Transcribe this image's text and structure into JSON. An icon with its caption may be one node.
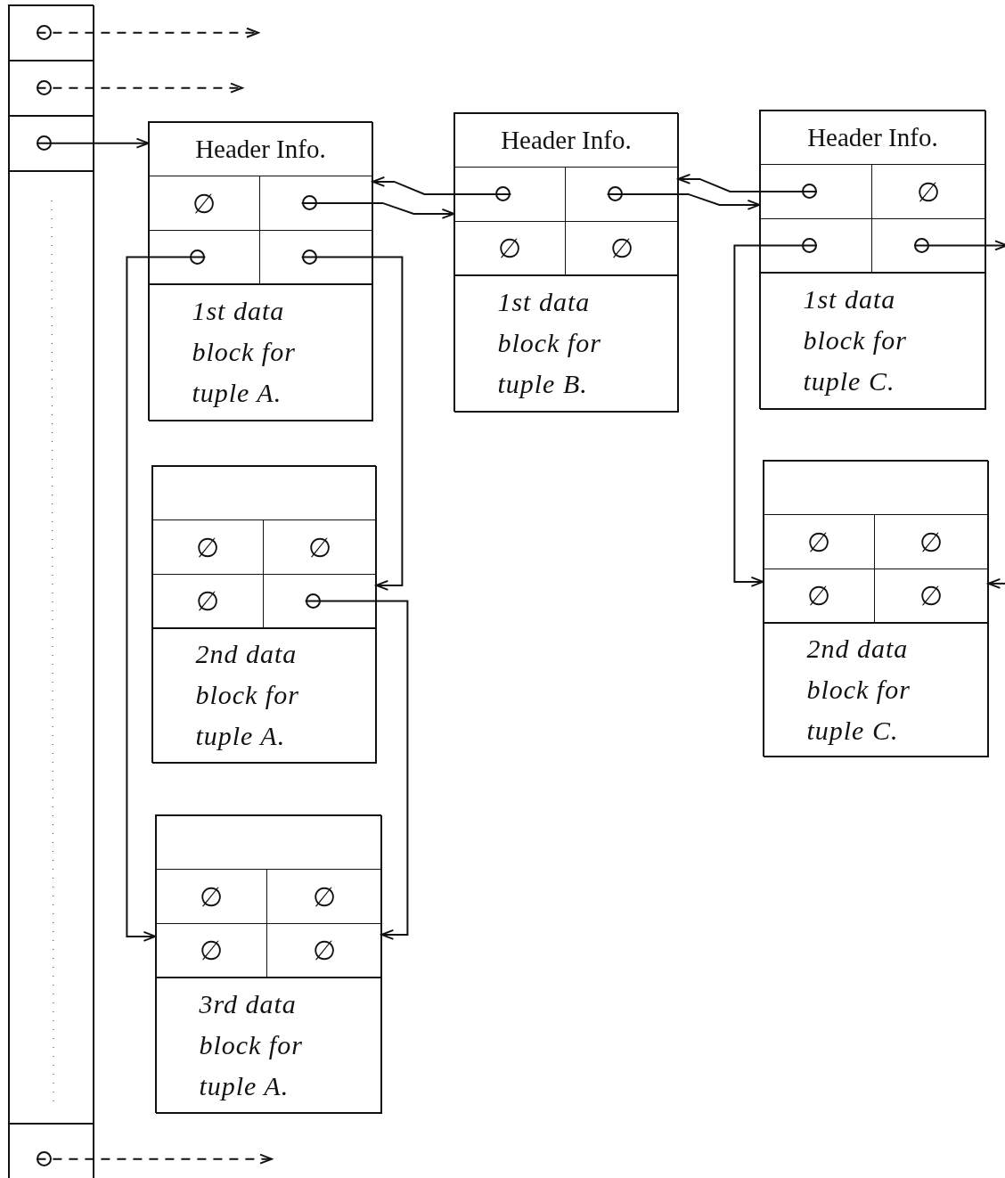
{
  "diagram": {
    "nodes": [
      {
        "text": [],
        "shape": "box"
      },
      {
        "text": [],
        "shape": "box",
        "in": 0
      },
      {
        "text": [],
        "shape": "circle",
        "in": 1
      },
      {
        "text": [],
        "shape": "box",
        "in": 0
      },
      {
        "text": [],
        "shape": "circle",
        "in": 3
      },
      {
        "text": [],
        "shape": "box",
        "in": 0
      },
      {
        "text": [],
        "shape": "circle",
        "in": 5
      },
      {
        "text": [],
        "shape": "box",
        "in": 0
      },
      {
        "text": [],
        "shape": "box",
        "in": 0
      },
      {
        "text": [],
        "shape": "circle",
        "in": 8
      },
      {
        "text": [],
        "shape": "box"
      },
      {
        "text": [
          "Header Info."
        ],
        "in": 10
      },
      {
        "text": [
          "∅"
        ],
        "in": 10
      },
      {
        "text": [],
        "shape": "box",
        "in": 10
      },
      {
        "text": [],
        "shape": "circle",
        "in": 13
      },
      {
        "text": [],
        "shape": "box",
        "in": 10
      },
      {
        "text": [],
        "shape": "circle",
        "in": 15
      },
      {
        "text": [],
        "shape": "box",
        "in": 10
      },
      {
        "text": [],
        "shape": "circle",
        "in": 17
      },
      {
        "text": [
          "1st data block for tuple A."
        ],
        "in": 10
      },
      {
        "text": [],
        "shape": "box"
      },
      {
        "text": [
          "Header Info."
        ],
        "in": 20
      },
      {
        "text": [],
        "shape": "box",
        "in": 20
      },
      {
        "text": [],
        "shape": "circle",
        "in": 22
      },
      {
        "text": [],
        "shape": "box",
        "in": 20
      },
      {
        "text": [],
        "shape": "circle",
        "in": 24
      },
      {
        "text": [
          "∅"
        ],
        "in": 20
      },
      {
        "text": [
          "∅"
        ],
        "in": 20
      },
      {
        "text": [
          "1st data block for tuple B."
        ],
        "in": 20
      },
      {
        "text": [],
        "shape": "box"
      },
      {
        "text": [
          "Header Info."
        ],
        "in": 29
      },
      {
        "text": [],
        "shape": "box",
        "in": 29
      },
      {
        "text": [],
        "shape": "circle",
        "in": 31
      },
      {
        "text": [
          "∅"
        ],
        "in": 29
      },
      {
        "text": [],
        "shape": "box",
        "in": 29
      },
      {
        "text": [],
        "shape": "circle",
        "in": 34
      },
      {
        "text": [],
        "shape": "box",
        "in": 29
      },
      {
        "text": [],
        "shape": "circle",
        "in": 36
      },
      {
        "text": [
          "1st data block for tuple C."
        ],
        "in": 29
      },
      {
        "text": [],
        "shape": "box"
      },
      {
        "text": [],
        "shape": "box",
        "in": 39
      },
      {
        "text": [
          "∅"
        ],
        "in": 39
      },
      {
        "text": [
          "∅"
        ],
        "in": 39
      },
      {
        "text": [
          "∅"
        ],
        "in": 39
      },
      {
        "text": [],
        "shape": "box",
        "in": 39
      },
      {
        "text": [],
        "shape": "circle",
        "in": 44
      },
      {
        "text": [
          "2nd data block for tuple A."
        ],
        "in": 39
      },
      {
        "text": [],
        "shape": "box"
      },
      {
        "text": [],
        "shape": "box",
        "in": 47
      },
      {
        "text": [
          "∅"
        ],
        "in": 47
      },
      {
        "text": [
          "∅"
        ],
        "in": 47
      },
      {
        "text": [
          "∅"
        ],
        "in": 47
      },
      {
        "text": [
          "∅"
        ],
        "in": 47
      },
      {
        "text": [
          "2nd data block for tuple C."
        ],
        "in": 47
      },
      {
        "text": [],
        "shape": "box"
      },
      {
        "text": [],
        "shape": "box",
        "in": 54
      },
      {
        "text": [
          "∅"
        ],
        "in": 54
      },
      {
        "text": [
          "∅"
        ],
        "in": 54
      },
      {
        "text": [
          "∅"
        ],
        "in": 54
      },
      {
        "text": [
          "∅"
        ],
        "in": 54
      },
      {
        "text": [
          "3rd data block for tuple A."
        ],
        "in": 54
      }
    ],
    "edges": [
      {
        "from": 2,
        "to": null,
        "arrow": "to",
        "style": "dashed"
      },
      {
        "from": 4,
        "to": null,
        "arrow": "to",
        "style": "dashed"
      },
      {
        "from": 6,
        "to": 11,
        "arrow": "to"
      },
      {
        "from": 9,
        "to": null,
        "arrow": "to",
        "style": "dashed"
      },
      {
        "from": 14,
        "to": 22,
        "arrow": "to"
      },
      {
        "from": 23,
        "to": 13,
        "arrow": "to"
      },
      {
        "from": 25,
        "to": 31,
        "arrow": "to"
      },
      {
        "from": 32,
        "to": 24,
        "arrow": "to"
      },
      {
        "from": 16,
        "to": 58,
        "arrow": "to"
      },
      {
        "from": 18,
        "to": 44,
        "arrow": "to"
      },
      {
        "from": 45,
        "to": 59,
        "arrow": "to"
      },
      {
        "from": 35,
        "to": 51,
        "arrow": "to"
      },
      {
        "from": 37,
        "to": null,
        "arrow": "to"
      },
      {
        "from": null,
        "to": 52,
        "arrow": "to"
      }
    ]
  }
}
